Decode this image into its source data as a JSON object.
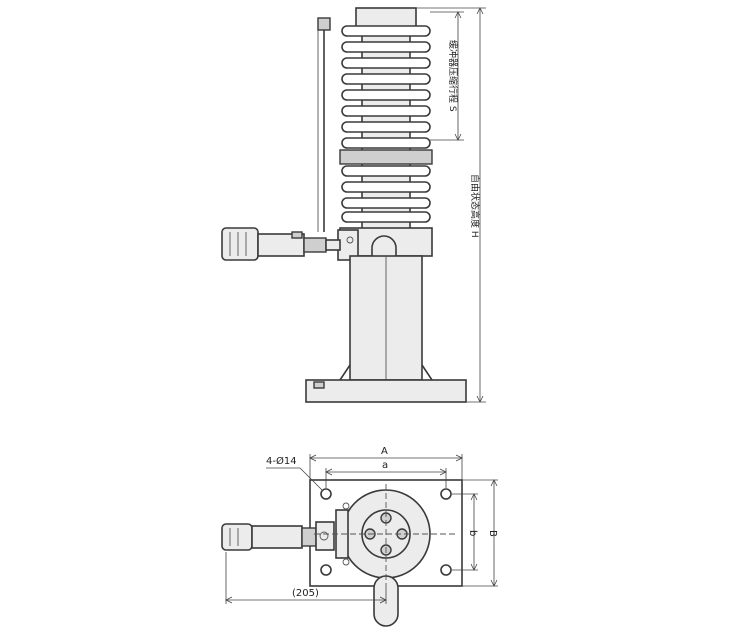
{
  "side_view": {
    "label_stroke": "缓冲器压缩行程 S",
    "label_height": "自由状态高度 H"
  },
  "top_view": {
    "label_holes": "4-Ø14",
    "label_A": "A",
    "label_a": "a",
    "label_B": "B",
    "label_b": "b",
    "label_205": "(205)"
  }
}
